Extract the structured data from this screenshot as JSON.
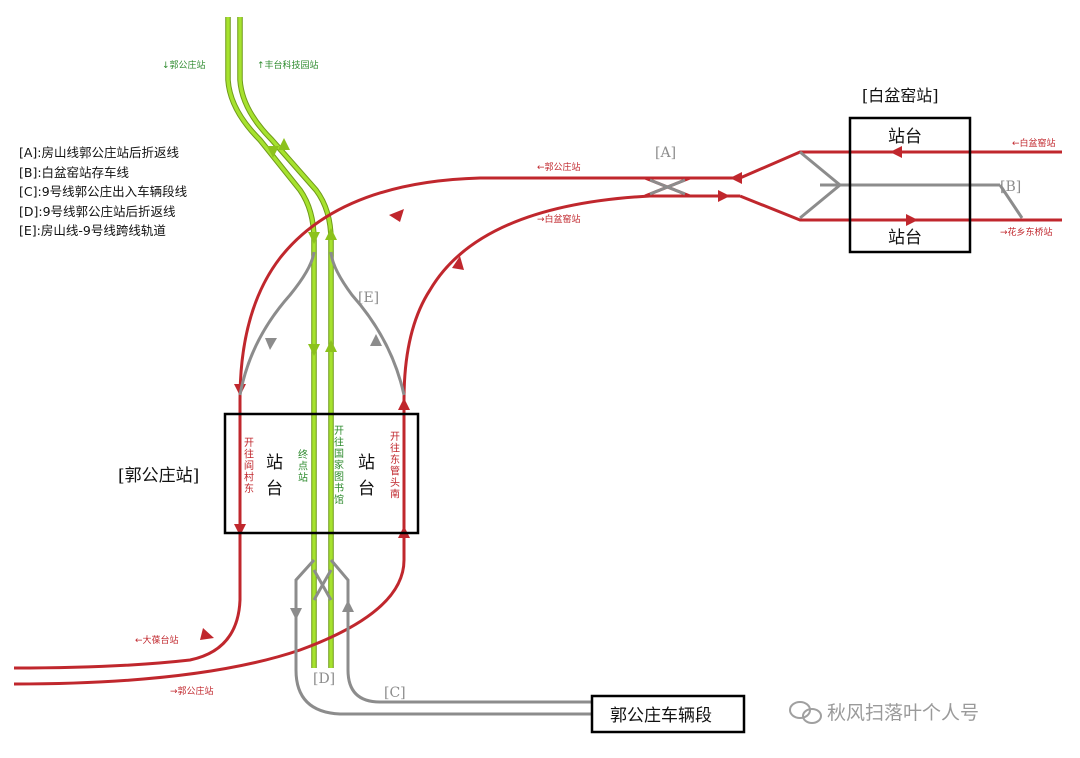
{
  "legend": [
    "[A]:房山线郭公庄站后折返线",
    "[B]:白盆窑站存车线",
    "[C]:9号线郭公庄出入车辆段线",
    "[D]:9号线郭公庄站后折返线",
    "[E]:房山线-9号线跨线轨道"
  ],
  "stations": {
    "guogongzhuang": "[郭公庄站]",
    "baipenyao": "[白盆窑站]",
    "depot": "郭公庄车辆段"
  },
  "platform_label": "站台",
  "codes": {
    "A": "[A]",
    "B": "[B]",
    "C": "[C]",
    "D": "[D]",
    "E": "[E]"
  },
  "direction_labels": {
    "top_left": "↓郭公庄站",
    "top_right": "↑丰台科技园站",
    "a_upper": "←郭公庄站",
    "a_lower": "→白盆窑站",
    "b_upper": "←白盆窑站",
    "b_lower": "→花乡东桥站",
    "bottom_upper": "←大葆台站",
    "bottom_lower": "→郭公庄站"
  },
  "platform_vertical_labels": {
    "left_red": "开往阎村东",
    "green_terminal": "终点站",
    "green_to": "开往国家图书馆",
    "right_red": "开往东管头南"
  },
  "watermark": "秋风扫落叶个人号",
  "colors": {
    "fangshan_line": "#c0272d",
    "line9": "#a6e22e",
    "connector": "#8c8c8c"
  }
}
